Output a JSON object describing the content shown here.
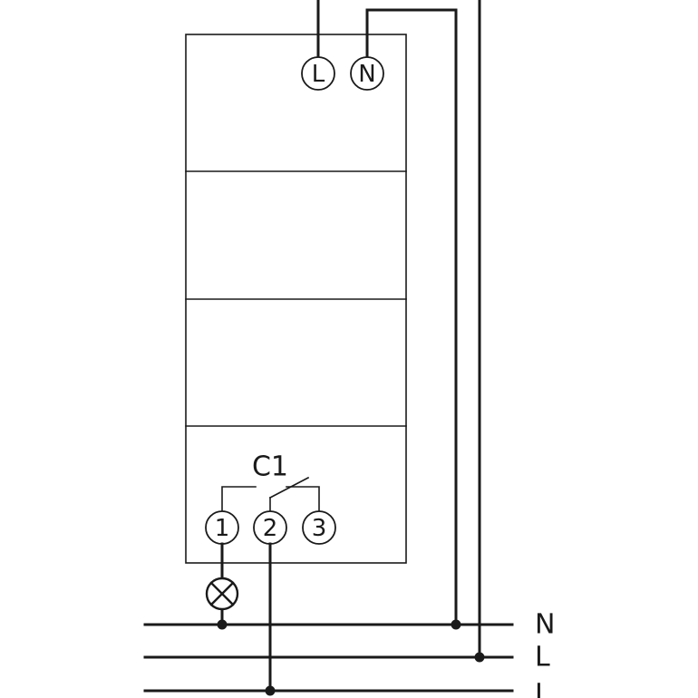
{
  "device": {
    "supply_terminals": [
      "L",
      "N"
    ],
    "contact_label": "C1",
    "contact_terminals": [
      "1",
      "2",
      "3"
    ]
  },
  "buses": [
    "N",
    "L",
    "L"
  ],
  "load": {
    "icon": "lamp-icon"
  }
}
